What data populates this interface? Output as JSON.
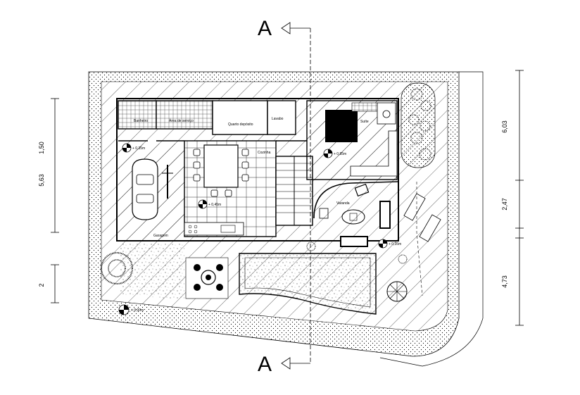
{
  "section_markers": {
    "top": "A",
    "bottom": "A"
  },
  "dimensions_left": {
    "upper_a": "1,50",
    "upper_b": "5,63",
    "lower": "2"
  },
  "dimensions_right": {
    "upper": "6,03",
    "middle": "2,47",
    "lower": "4,73"
  },
  "levels": {
    "laundry": "+ 0,35m",
    "kitchen": "+ 0,45m",
    "suite": "+ 0,85m",
    "living_side": "+ 0,35m",
    "entry": "+ 0,00m"
  },
  "rooms": {
    "bathroom": "Banheiro",
    "laundry_area": "Área de serviço",
    "service_room": "Quarto depósito",
    "lavabo": "Lavabo",
    "suite": "Suíte",
    "kitchen": "Cozinha",
    "living": "Varanda",
    "garage": "Garagem"
  }
}
